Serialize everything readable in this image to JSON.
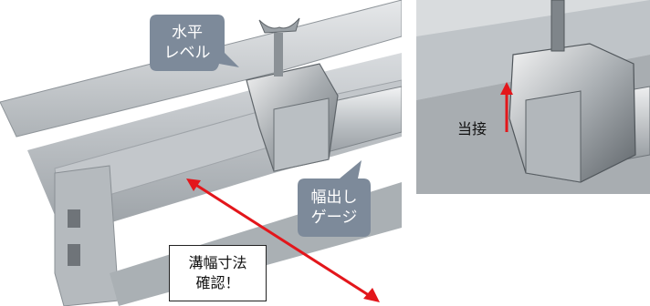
{
  "callouts": {
    "level": "水平\nレベル",
    "gauge": "幅出し\nゲージ"
  },
  "note": "溝幅寸法\n確認！",
  "contact_label": "当接",
  "colors": {
    "callout_fill": "#7d8a9a",
    "arrow": "#e3161b",
    "aluminum": "#c9cdd0"
  }
}
